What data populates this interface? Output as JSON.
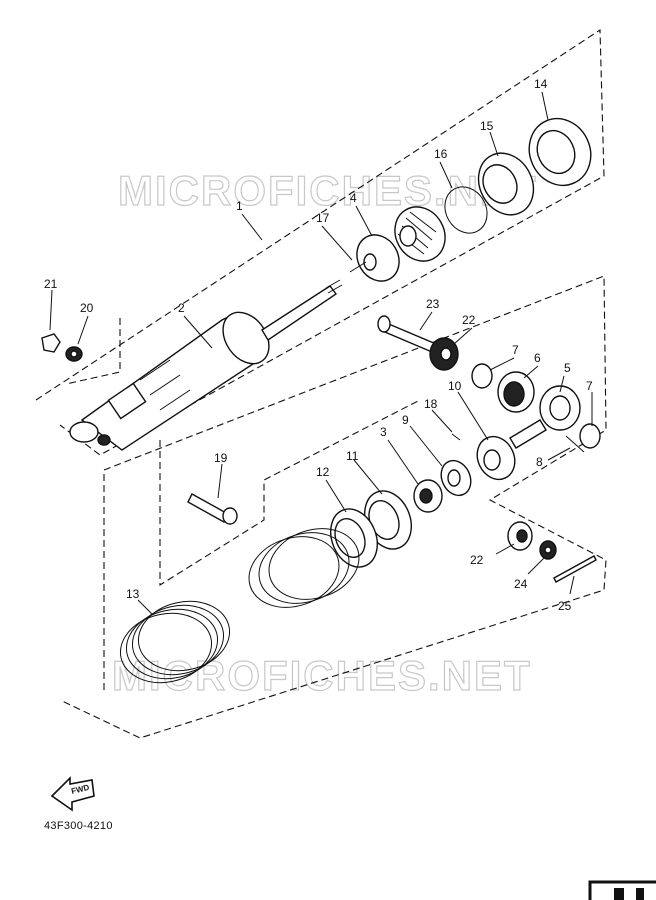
{
  "watermarks": [
    "MICROFICHES.NET",
    "MICROFICHES.NET"
  ],
  "diagram_code": "43F300-4210",
  "fwd_label": "FWD",
  "callouts": [
    {
      "id": "1",
      "label": "1"
    },
    {
      "id": "2",
      "label": "2"
    },
    {
      "id": "3",
      "label": "3"
    },
    {
      "id": "4",
      "label": "4"
    },
    {
      "id": "5",
      "label": "5"
    },
    {
      "id": "6",
      "label": "6"
    },
    {
      "id": "7a",
      "label": "7"
    },
    {
      "id": "7b",
      "label": "7"
    },
    {
      "id": "8",
      "label": "8"
    },
    {
      "id": "9",
      "label": "9"
    },
    {
      "id": "10",
      "label": "10"
    },
    {
      "id": "11",
      "label": "11"
    },
    {
      "id": "12",
      "label": "12"
    },
    {
      "id": "13",
      "label": "13"
    },
    {
      "id": "14",
      "label": "14"
    },
    {
      "id": "15",
      "label": "15"
    },
    {
      "id": "16",
      "label": "16"
    },
    {
      "id": "17",
      "label": "17"
    },
    {
      "id": "18",
      "label": "18"
    },
    {
      "id": "19",
      "label": "19"
    },
    {
      "id": "20",
      "label": "20"
    },
    {
      "id": "21",
      "label": "21"
    },
    {
      "id": "22a",
      "label": "22"
    },
    {
      "id": "22b",
      "label": "22"
    },
    {
      "id": "23",
      "label": "23"
    },
    {
      "id": "24",
      "label": "24"
    },
    {
      "id": "25",
      "label": "25"
    }
  ]
}
